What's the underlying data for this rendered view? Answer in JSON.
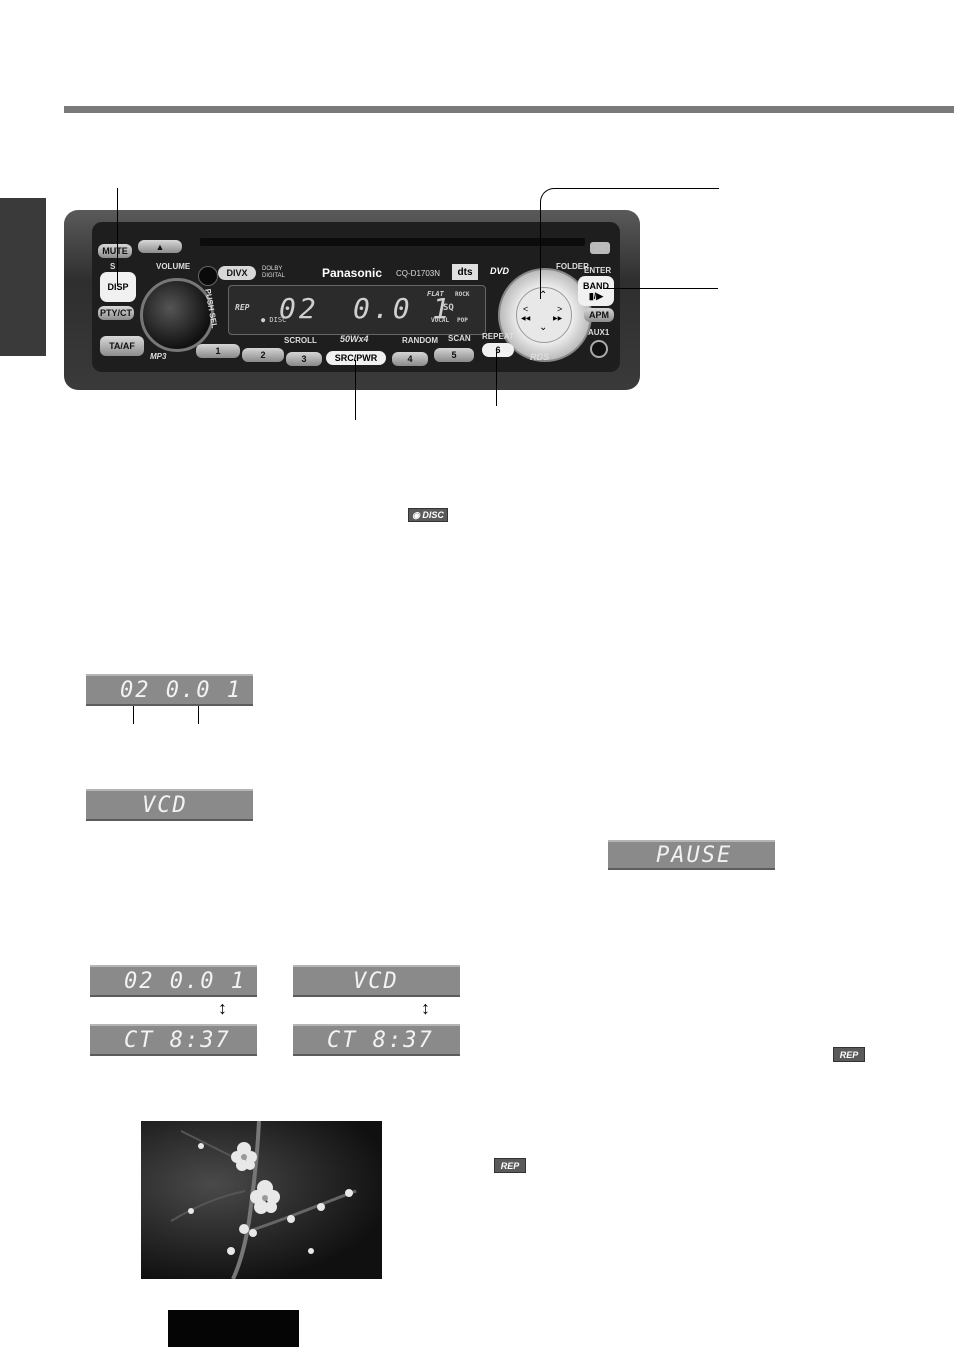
{
  "faceplate": {
    "buttons": {
      "mute": "MUTE",
      "s": "S",
      "disp": "DISP",
      "pty_ct": "PTY/CT",
      "ta_af": "TA/AF",
      "volume": "VOLUME",
      "push_sel": "PUSH SEL",
      "mp3": "MP3",
      "enter": "ENTER",
      "band": "BAND",
      "band_sub": "▮/▶",
      "apm": "APM",
      "aux1": "AUX1",
      "folder": "FOLDER",
      "src_pwr": "SRC/PWR",
      "scroll": "SCROLL",
      "random": "RANDOM",
      "scan": "SCAN",
      "repeat": "REPEAT"
    },
    "presets": [
      "1",
      "2",
      "3",
      "4",
      "5",
      "6"
    ],
    "brand": "Panasonic",
    "model": "CQ-D1703N",
    "divx_logo": "DIVX",
    "dolby_logo": "DOLBY DIGITAL",
    "dts_logo": "dts",
    "dvd_logo": "DVD",
    "power_label": "50Wx4",
    "lcd": {
      "left": "02",
      "right": "0.0 1",
      "rep": "REP",
      "disc": "● DISC",
      "eq_flat": "FLAT",
      "eq_rock": "ROCK",
      "eq_sq": "SQ",
      "eq_vocal": "VOCAL",
      "eq_pop": "POP"
    },
    "rds_logo": "RDS"
  },
  "icons": {
    "disc_badge": "◉ DISC",
    "rep_badge_1": "REP",
    "rep_badge_2": "REP"
  },
  "displays": {
    "track_time": "02   0.0 1",
    "vcd": "VCD",
    "pause": "PAUSE",
    "pair_left_top": "02   0.0 1",
    "pair_left_bottom": "CT    8:37",
    "pair_right_top": "VCD",
    "pair_right_bottom": "CT    8:37"
  }
}
